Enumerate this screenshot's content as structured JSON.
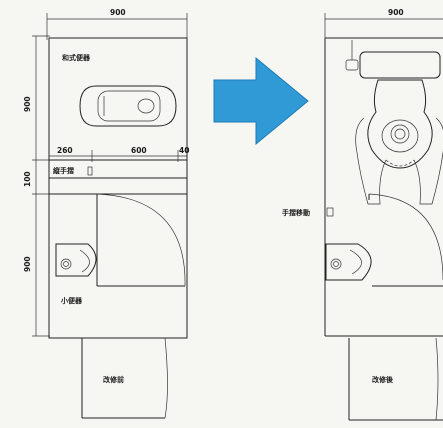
{
  "left": {
    "width_label": "900",
    "top_height_label": "900",
    "middle_height_label": "100",
    "bottom_height_label": "900",
    "room_label": "和式便器",
    "dim_260": "260",
    "dim_600": "600",
    "dim_40": "40",
    "handrail_label": "縦手摺",
    "urinal_label": "小便器",
    "caption": "改修前"
  },
  "right": {
    "width_label": "900",
    "handrail_move_label": "手摺移動",
    "caption": "改修後"
  },
  "arrow": {
    "color": "#2f9ad6"
  }
}
